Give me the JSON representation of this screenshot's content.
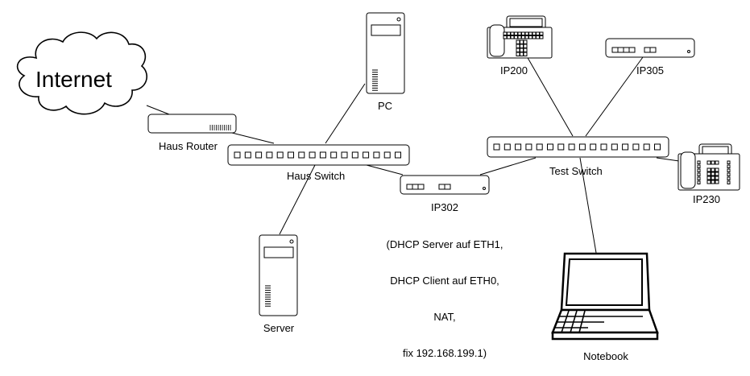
{
  "diagram": {
    "title": "Network topology",
    "nodes": [
      {
        "id": "internet",
        "type": "cloud",
        "label": "Internet"
      },
      {
        "id": "haus_router",
        "type": "router",
        "label": "Haus Router"
      },
      {
        "id": "haus_switch",
        "type": "switch",
        "label": "Haus Switch",
        "ports": 16
      },
      {
        "id": "pc",
        "type": "tower",
        "label": "PC"
      },
      {
        "id": "server",
        "type": "tower",
        "label": "Server"
      },
      {
        "id": "ip302",
        "type": "gateway",
        "label": "IP302",
        "description": [
          "(DHCP Server auf ETH1,",
          "DHCP Client auf ETH0,",
          "NAT,",
          "fix 192.168.199.1)"
        ]
      },
      {
        "id": "test_switch",
        "type": "switch",
        "label": "Test Switch",
        "ports": 16
      },
      {
        "id": "ip200",
        "type": "phone",
        "label": "IP200"
      },
      {
        "id": "ip305",
        "type": "gateway",
        "label": "IP305"
      },
      {
        "id": "ip230",
        "type": "phone",
        "label": "IP230"
      },
      {
        "id": "notebook",
        "type": "laptop",
        "label": "Notebook"
      }
    ],
    "links": [
      [
        "internet",
        "haus_router"
      ],
      [
        "haus_router",
        "haus_switch"
      ],
      [
        "haus_switch",
        "pc"
      ],
      [
        "haus_switch",
        "server"
      ],
      [
        "haus_switch",
        "ip302"
      ],
      [
        "ip302",
        "test_switch"
      ],
      [
        "test_switch",
        "ip200"
      ],
      [
        "test_switch",
        "ip305"
      ],
      [
        "test_switch",
        "ip230"
      ],
      [
        "test_switch",
        "notebook"
      ]
    ],
    "colors": {
      "stroke": "#000000",
      "fill": "#ffffff"
    }
  }
}
